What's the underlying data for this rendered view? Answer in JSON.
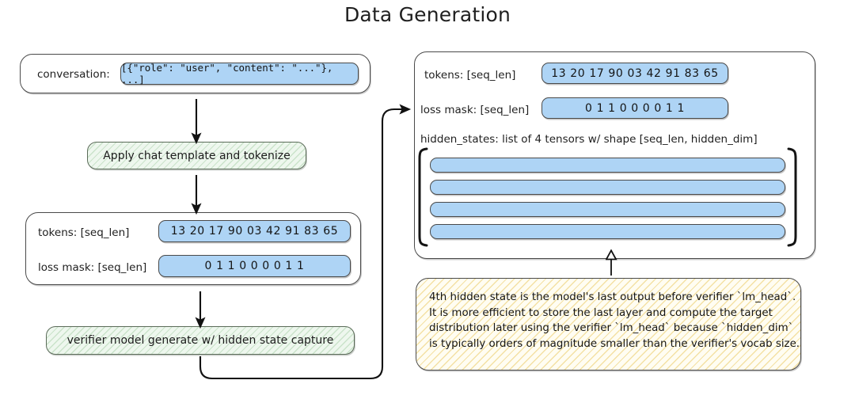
{
  "title": "Data Generation",
  "left_flow": {
    "input_box": {
      "label": "conversation:",
      "value": "[{\"role\": \"user\", \"content\": \"...\"}, ...]"
    },
    "step1": {
      "label": "Apply chat template and tokenize"
    },
    "tokens_box": {
      "tokens_label": "tokens: [seq_len]",
      "tokens_value": "13 20 17 90 03 42 91 83 65",
      "loss_mask_label": "loss mask: [seq_len]",
      "loss_mask_value": "0  1  1  0  0  0  0  1  1"
    },
    "step2": {
      "label": "verifier model generate w/ hidden state capture"
    }
  },
  "right_panel": {
    "tokens_label": "tokens: [seq_len]",
    "tokens_value": "13 20 17 90 03 42 91 83 65",
    "loss_mask_label": "loss mask: [seq_len]",
    "loss_mask_value": "0  1  1  0  0  0  0  1  1",
    "hidden_states_caption": "hidden_states: list of 4 tensors w/ shape [seq_len, hidden_dim]",
    "hidden_state_count": 4
  },
  "note": {
    "lines": [
      "4th hidden state is the model's last output before verifier `lm_head`.",
      "It is more efficient to store the last layer and compute the target",
      "distribution later using the verifier `lm_head` because `hidden_dim`",
      "is typically orders of magnitude smaller than the verifier's vocab size."
    ]
  },
  "colors": {
    "chip_blue": "#aed4f5",
    "process_green": "#eef7ee",
    "note_yellow": "#fffdf2",
    "stroke": "#4a4a4a"
  }
}
